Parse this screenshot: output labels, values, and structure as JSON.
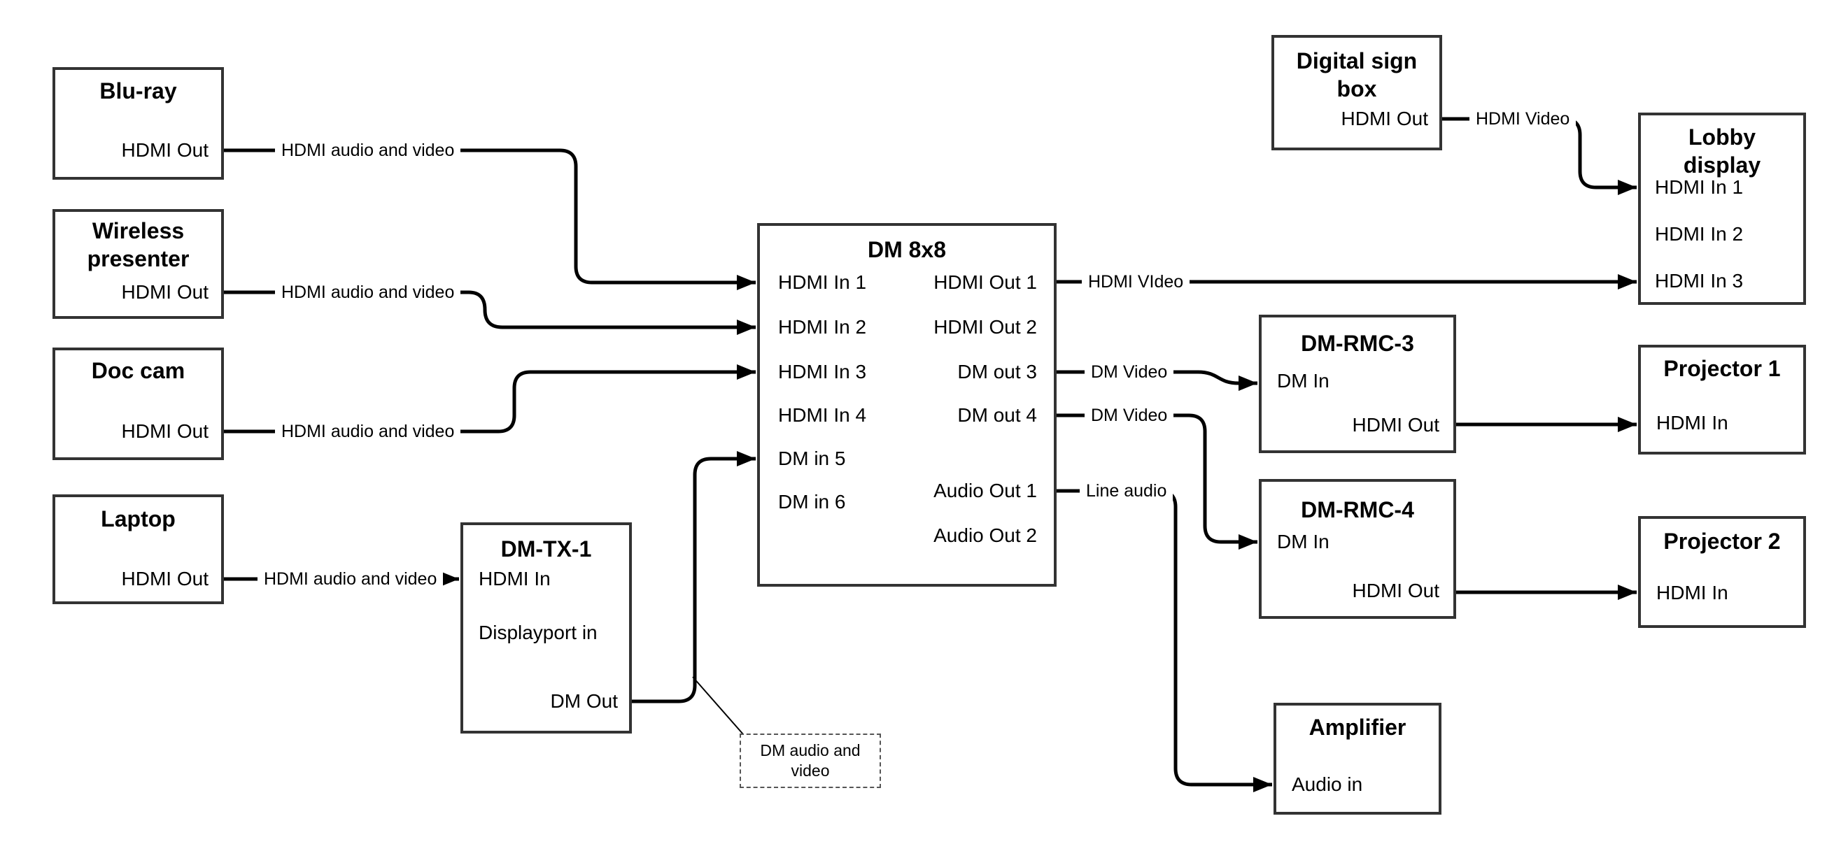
{
  "colors": {
    "wire": "#000000",
    "node_border": "#333333",
    "text": "#000000",
    "background": "#ffffff"
  },
  "nodes": {
    "bluray": {
      "title": "Blu-ray",
      "ports": {
        "hdmi_out": "HDMI Out"
      }
    },
    "wireless": {
      "title": "Wireless\npresenter",
      "ports": {
        "hdmi_out": "HDMI Out"
      }
    },
    "doccam": {
      "title": "Doc cam",
      "ports": {
        "hdmi_out": "HDMI Out"
      }
    },
    "laptop": {
      "title": "Laptop",
      "ports": {
        "hdmi_out": "HDMI Out"
      }
    },
    "dmtx1": {
      "title": "DM-TX-1",
      "ports": {
        "hdmi_in": "HDMI In",
        "displayport_in": "Displayport in",
        "dm_out": "DM Out"
      }
    },
    "dm8x8": {
      "title": "DM 8x8",
      "ports": {
        "hdmi_in_1": "HDMI In 1",
        "hdmi_in_2": "HDMI In 2",
        "hdmi_in_3": "HDMI In 3",
        "hdmi_in_4": "HDMI In 4",
        "dm_in_5": "DM in 5",
        "dm_in_6": "DM in 6",
        "hdmi_out_1": "HDMI Out 1",
        "hdmi_out_2": "HDMI Out 2",
        "dm_out_3": "DM out 3",
        "dm_out_4": "DM out 4",
        "audio_out_1": "Audio Out 1",
        "audio_out_2": "Audio Out 2"
      }
    },
    "digitalsign": {
      "title": "Digital sign\nbox",
      "ports": {
        "hdmi_out": "HDMI Out"
      }
    },
    "lobby": {
      "title": "Lobby\ndisplay",
      "ports": {
        "hdmi_in_1": "HDMI In 1",
        "hdmi_in_2": "HDMI In 2",
        "hdmi_in_3": "HDMI In 3"
      }
    },
    "dmrmc3": {
      "title": "DM-RMC-3",
      "ports": {
        "dm_in": "DM In",
        "hdmi_out": "HDMI Out"
      }
    },
    "projector1": {
      "title": "Projector 1",
      "ports": {
        "hdmi_in": "HDMI In"
      }
    },
    "dmrmc4": {
      "title": "DM-RMC-4",
      "ports": {
        "dm_in": "DM In",
        "hdmi_out": "HDMI Out"
      }
    },
    "projector2": {
      "title": "Projector 2",
      "ports": {
        "hdmi_in": "HDMI In"
      }
    },
    "amplifier": {
      "title": "Amplifier",
      "ports": {
        "audio_in": "Audio in"
      }
    }
  },
  "wire_labels": {
    "bluray_to_dm8x8": "HDMI audio and video",
    "wireless_to_dm8x8": "HDMI audio and video",
    "doccam_to_dm8x8": "HDMI audio and video",
    "laptop_to_dmtx1": "HDMI audio and video",
    "hdmi_out_1_to_lobby": "HDMI VIdeo",
    "dm_out_3_to_dmrmc3": "DM Video",
    "dm_out_4_to_dmrmc4": "DM Video",
    "audio_out_1_to_amplifier": "Line audio",
    "digitalsign_to_lobby": "HDMI Video"
  },
  "callout": {
    "text": "DM audio and\nvideo"
  }
}
